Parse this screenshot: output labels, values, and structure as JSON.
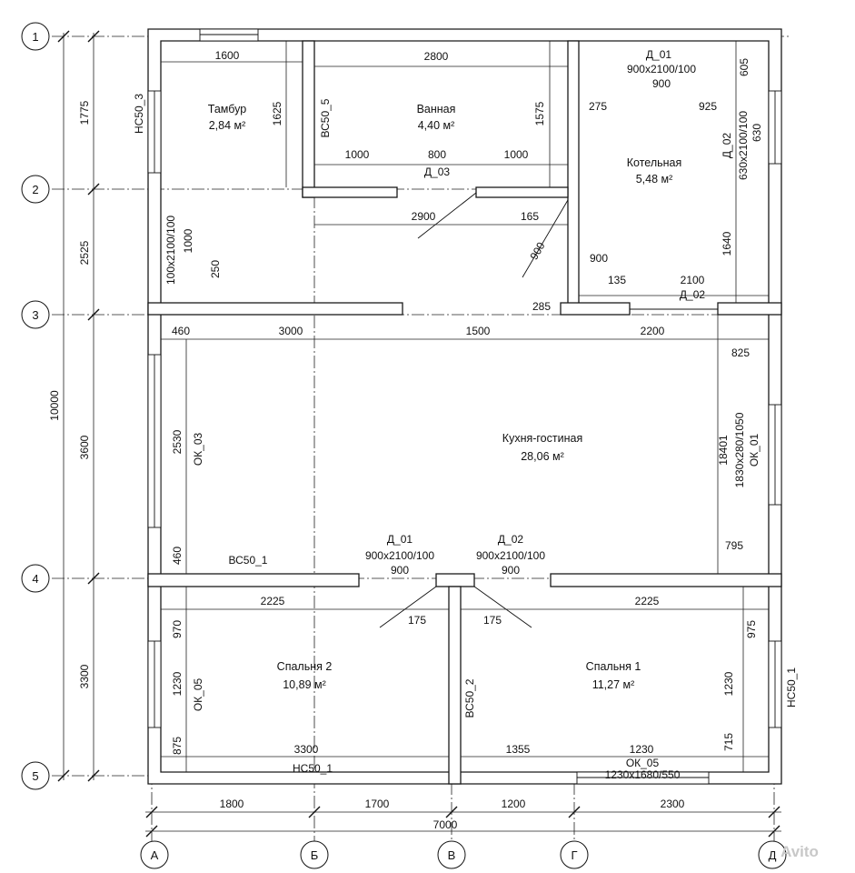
{
  "axes_rows": [
    "1",
    "2",
    "3",
    "4",
    "5"
  ],
  "axes_cols": [
    "А",
    "Б",
    "В",
    "Г",
    "Д"
  ],
  "left_dims": {
    "total": "10000",
    "segments": [
      "1775",
      "2525",
      "3600",
      "3300"
    ]
  },
  "bottom_dims": {
    "total": "7000",
    "segments": [
      "1800",
      "1700",
      "1200",
      "2300"
    ]
  },
  "rooms": {
    "tambur": {
      "name": "Тамбур",
      "area": "2,84 м²"
    },
    "vannaya": {
      "name": "Ванная",
      "area": "4,40 м²"
    },
    "kotelnaya": {
      "name": "Котельная",
      "area": "5,48 м²"
    },
    "kuhnya": {
      "name": "Кухня-гостиная",
      "area": "28,06 м²"
    },
    "spalnya2": {
      "name": "Спальня 2",
      "area": "10,89 м²"
    },
    "spalnya1": {
      "name": "Спальня 1",
      "area": "11,27 м²"
    }
  },
  "labels": {
    "tambur_w": "1600",
    "tambur_h": "1625",
    "hc50_3": "НС50_3",
    "tambur_door": "100x2100/100",
    "tambur_door_1000": "1000",
    "tambur_250": "250",
    "vannaya_w": "2800",
    "vannaya_h": "1575",
    "bc50_5": "ВС50_5",
    "v_1000a": "1000",
    "v_800": "800",
    "v_1000b": "1000",
    "d03": "Д_03",
    "kot_d01": "Д_01",
    "kot_d01_spec": "900x2100/100",
    "kot_900": "900",
    "kot_605": "605",
    "kot_275": "275",
    "kot_925": "925",
    "kot_d02": "Д_02",
    "kot_d02_spec": "630x2100/100",
    "kot_630": "630",
    "kot_1640": "1640",
    "kot_900b": "900",
    "kot_135": "135",
    "kot_2100": "2100",
    "kot_d02b": "Д_02",
    "hall_2900": "2900",
    "hall_165": "165",
    "hall_900": "900",
    "hall_285": "285",
    "k_460a": "460",
    "k_3000": "3000",
    "k_1500": "1500",
    "k_2200": "2200",
    "k_825": "825",
    "k_2530": "2530",
    "k_ok03": "ОК_03",
    "k_460b": "460",
    "k_bc50_1": "ВС50_1",
    "k_d01": "Д_01",
    "k_d01_spec": "900x2100/100",
    "k_d01_900": "900",
    "k_d02": "Д_02",
    "k_d02_spec": "900x2100/100",
    "k_d02_900": "900",
    "k_18401": "18401",
    "k_ok01_spec": "1830x280/1050",
    "k_ok01": "ОК_01",
    "k_795": "795",
    "s2_2225": "2225",
    "s2_175": "175",
    "s2_970": "970",
    "s2_1230": "1230",
    "s2_ok05": "ОК_05",
    "s2_875": "875",
    "s2_3300": "3300",
    "s2_hc50_1": "НС50_1",
    "s1_175": "175",
    "s1_2225": "2225",
    "s1_975": "975",
    "s1_bc50_2": "ВС50_2",
    "s1_1230": "1230",
    "s1_715": "715",
    "s1_1355": "1355",
    "s1_1230b": "1230",
    "s1_ok05": "ОК_05",
    "s1_ok05_spec": "1230x1680/550",
    "s1_hc50_1": "НС50_1"
  },
  "watermark": "Avito"
}
